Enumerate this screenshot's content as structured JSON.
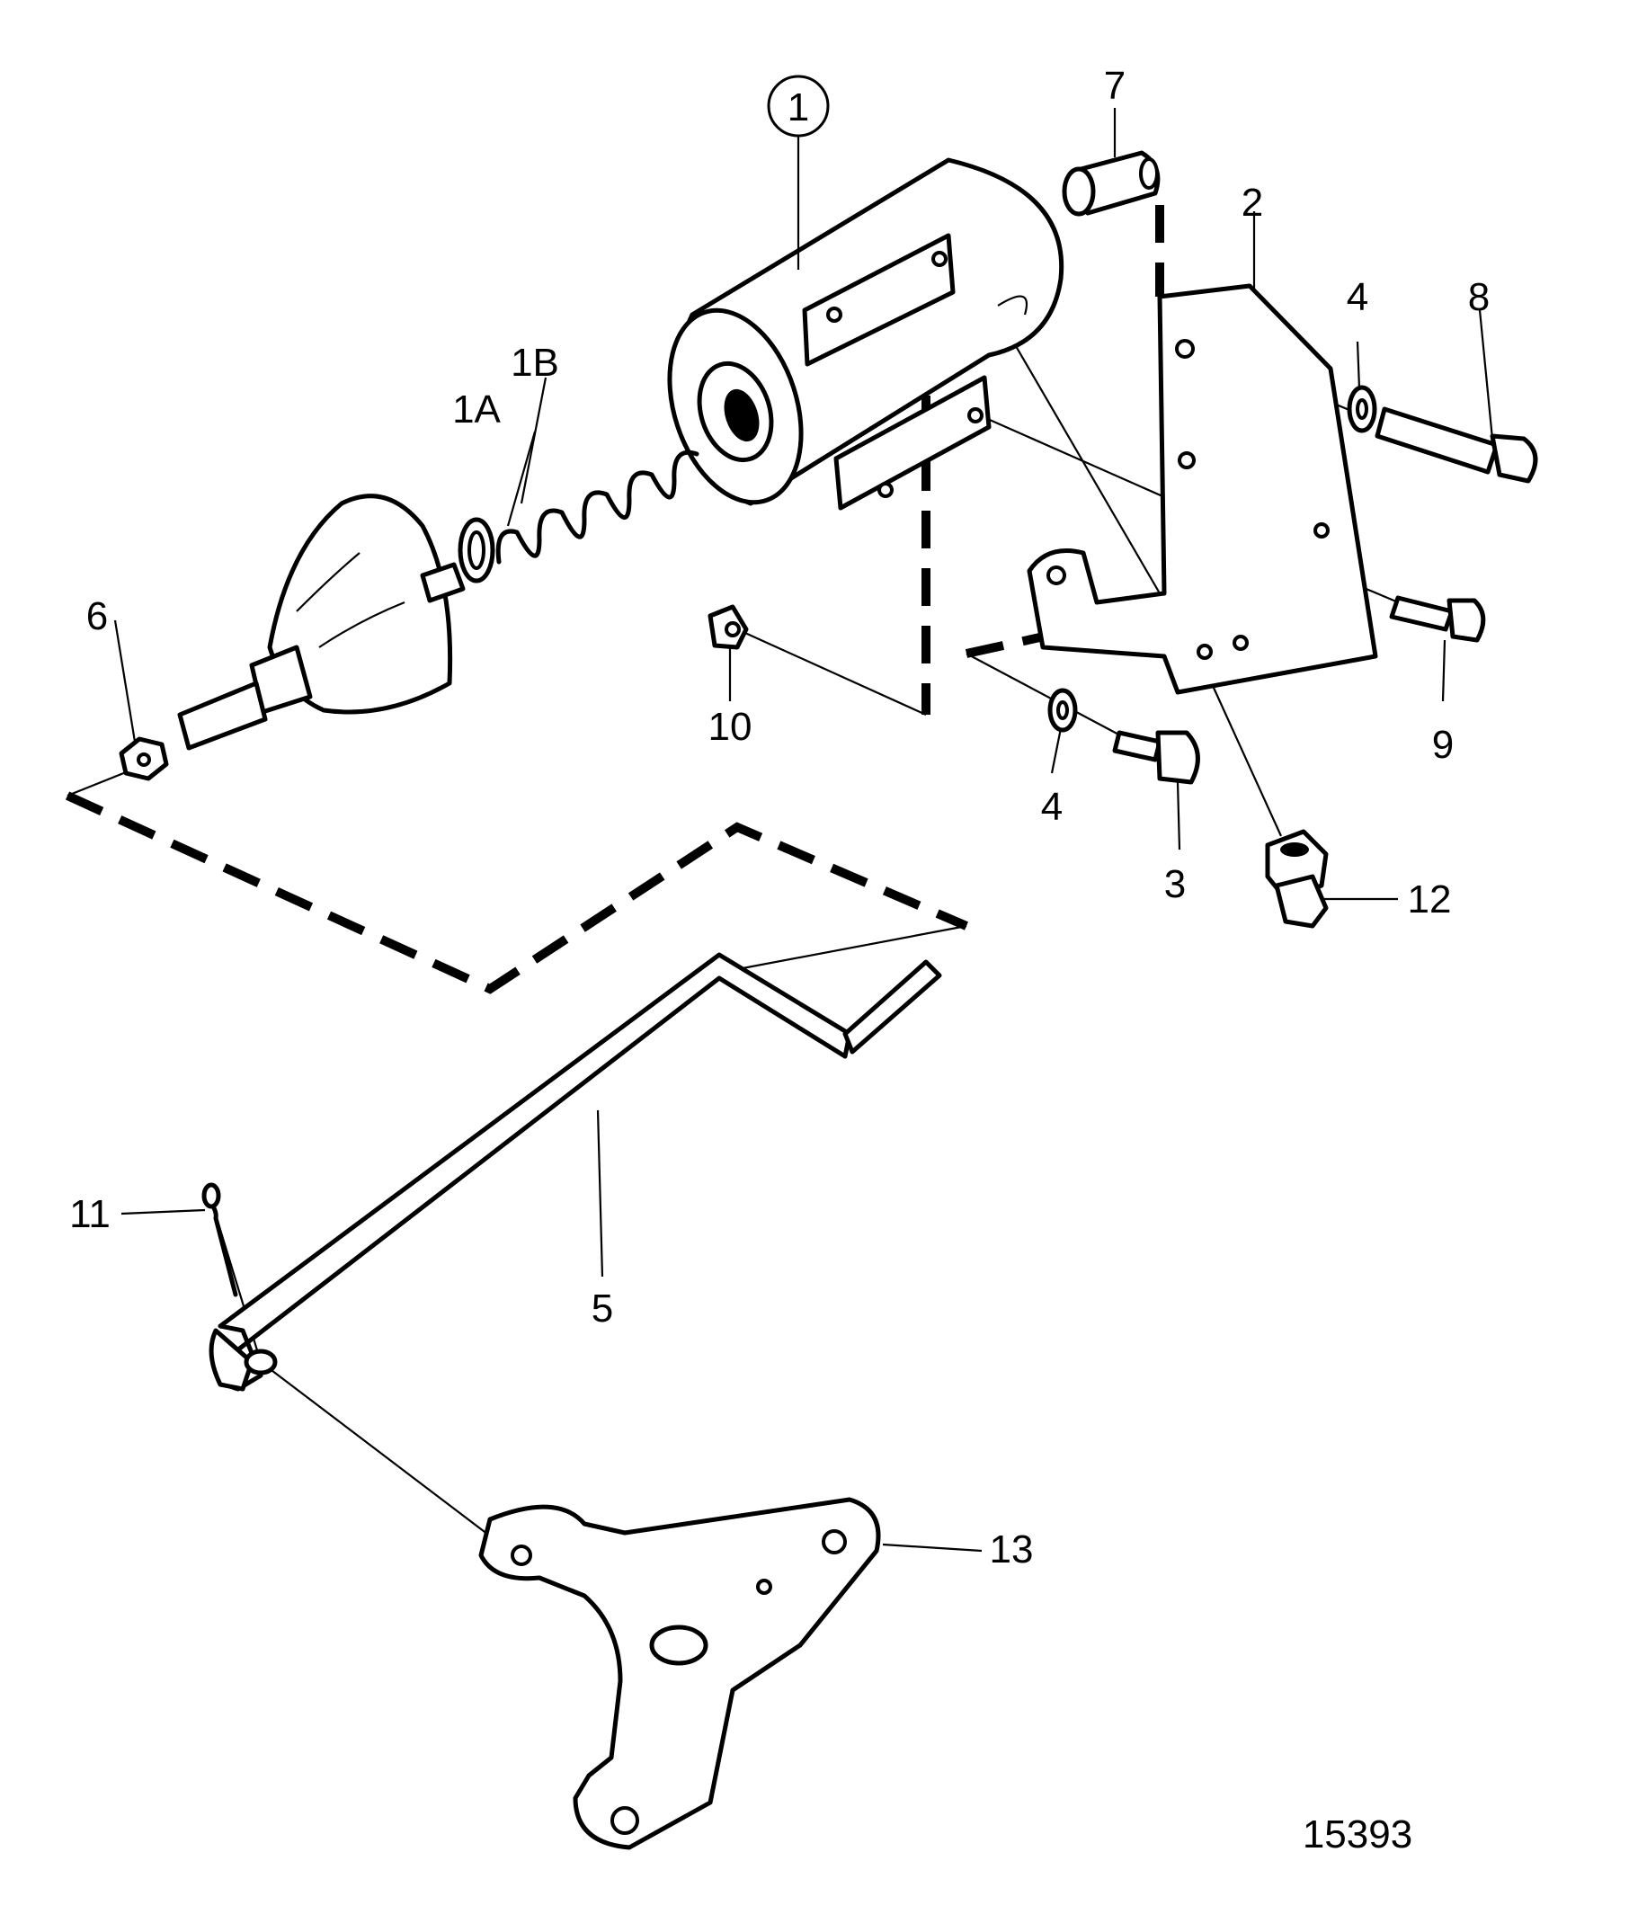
{
  "labels": {
    "p1": "1",
    "p1a": "1A",
    "p1b": "1B",
    "p2": "2",
    "p3": "3",
    "p4a": "4",
    "p4b": "4",
    "p5": "5",
    "p6": "6",
    "p7": "7",
    "p8": "8",
    "p9": "9",
    "p10": "10",
    "p11": "11",
    "p12": "12",
    "p13": "13"
  },
  "figure_number": "15393"
}
